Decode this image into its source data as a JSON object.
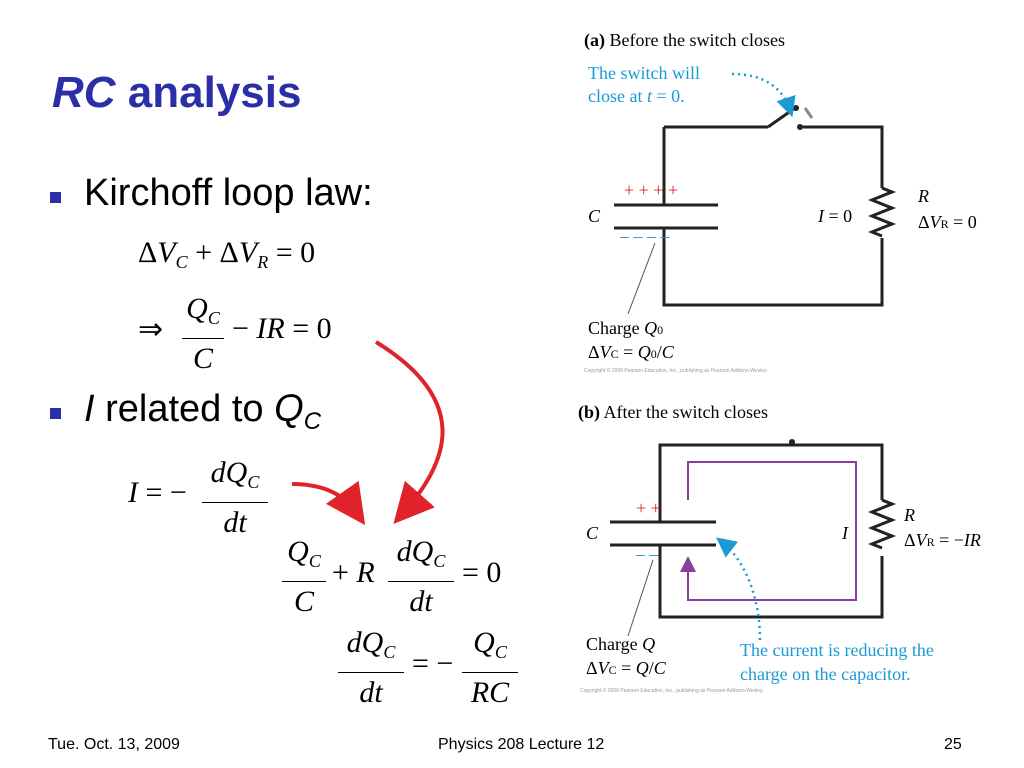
{
  "title": {
    "italic": "RC",
    "rest": " analysis"
  },
  "bullets": {
    "b1": "Kirchoff loop law:",
    "b2_italic": "I",
    "b2_mid": " related to ",
    "b2_q": "Q",
    "b2_sub": "C"
  },
  "eq": {
    "e1": "ΔV_C + ΔV_R = 0",
    "e2_arrow": "⇒",
    "e2_num": "Q_C",
    "e2_den": "C",
    "e2_tail": "− IR = 0",
    "e3_lhs": "I = −",
    "e3_num": "dQ_C",
    "e3_den": "dt",
    "e4_num1": "Q_C",
    "e4_den1": "C",
    "e4_mid": "+ R",
    "e4_num2": "dQ_C",
    "e4_den2": "dt",
    "e4_tail": "= 0",
    "e5_num1": "dQ_C",
    "e5_den1": "dt",
    "e5_mid": "= −",
    "e5_num2": "Q_C",
    "e5_den2": "RC"
  },
  "fig_a": {
    "caption_bold": "(a)",
    "caption": " Before the switch closes",
    "note_l1": "The switch will",
    "note_l2": "close at t = 0.",
    "plus": "+ +  + +",
    "minus": "– –  – –",
    "c_label": "C",
    "i_label": "I = 0",
    "r_label": "R",
    "dvr": "ΔV_R = 0",
    "charge": "Charge Q_0",
    "dvc": "ΔV_C = Q_0/C",
    "copyright": "Copyright © 2008 Pearson Education, Inc., publishing as Pearson Addison-Wesley."
  },
  "fig_b": {
    "caption_bold": "(b)",
    "caption": " After the switch closes",
    "plus": "+  +",
    "minus": "–  –",
    "c_label": "C",
    "i_label": "I",
    "r_label": "R",
    "dvr": "ΔV_R = −IR",
    "charge": "Charge Q",
    "dvc": "ΔV_C = Q/C",
    "note_l1": "The current is reducing the",
    "note_l2": "charge on the capacitor.",
    "copyright": "Copyright © 2008 Pearson Education, Inc., publishing as Pearson Addison-Wesley."
  },
  "footer": {
    "date": "Tue. Oct. 13, 2009",
    "course": "Physics 208 Lecture 12",
    "page": "25"
  },
  "colors": {
    "title": "#2a2fa8",
    "note": "#1a9ad6",
    "arrow": "#e0222a",
    "current": "#8a3fa0"
  }
}
